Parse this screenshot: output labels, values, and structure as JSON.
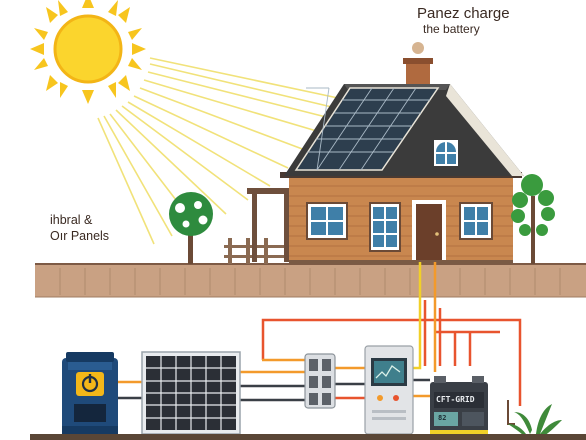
{
  "labels": {
    "title_line1": "Panez charge",
    "title_line2": "the battery",
    "side_line1": "ihbral &",
    "side_line2": "Oır Panels",
    "battery_tag": "CFT-GRID",
    "battery_code": "82"
  },
  "icons": {
    "sun": "sun-icon",
    "power": "power-icon",
    "plant": "plant-icon"
  },
  "colors": {
    "sun": "#f7c51e",
    "ray": "#f1e27a",
    "roof": "#3b3b3b",
    "wall": "#c9874f",
    "ground": "#c9a183",
    "panel": "#2d3e4e",
    "tree": "#2e8b3e",
    "wire_red": "#e8542e",
    "wire_orange": "#f39a2b",
    "wire_yellow": "#f1d028",
    "wire_dark": "#3a3f46"
  }
}
